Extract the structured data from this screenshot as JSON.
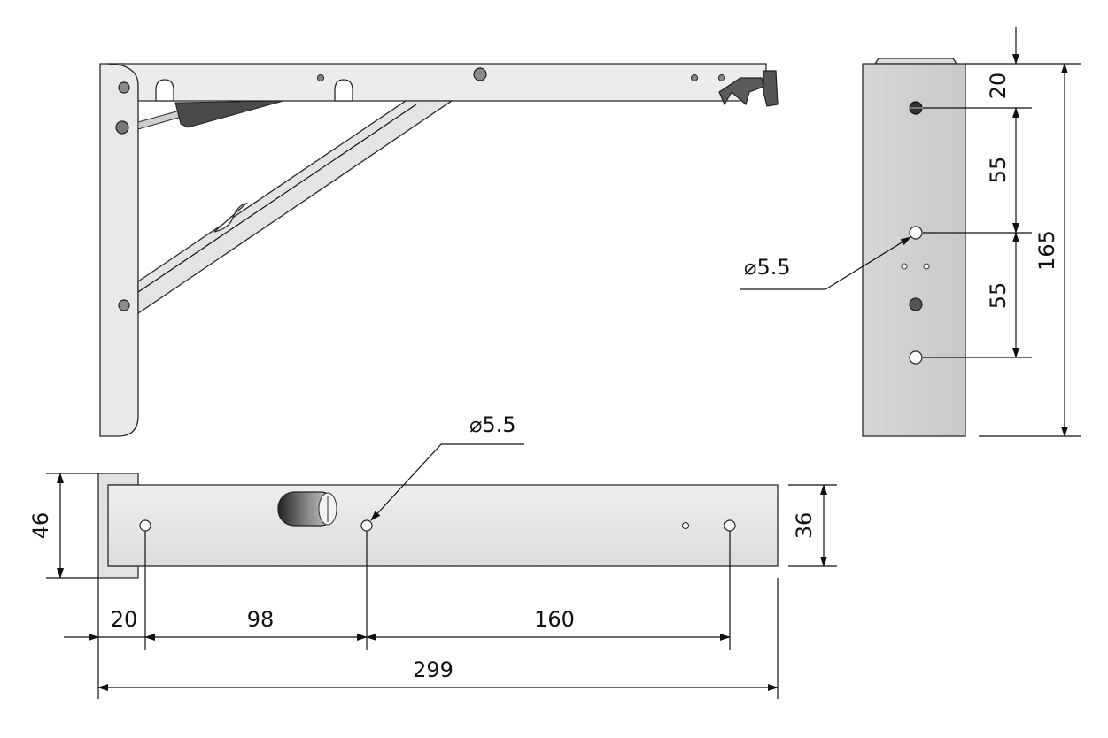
{
  "colors": {
    "part_fill": "#e8e8ea",
    "part_side": "#d2d2d4",
    "stroke": "#2a2a2a",
    "hole_dark": "#6e6e6e",
    "hole_light": "#ffffff",
    "strut": "#4a4a4a",
    "dim_line": "#111111"
  },
  "dimensions": {
    "bottom": {
      "first_hole": "20",
      "hole_spacing_a": "98",
      "hole_spacing_b": "160",
      "overall_length": "299",
      "total_height": "46",
      "bar_height": "36"
    },
    "side": {
      "top_offset": "20",
      "spacing_upper": "55",
      "spacing_lower": "55",
      "overall_height": "165"
    }
  },
  "callouts": {
    "side_hole": "⌀5.5",
    "bottom_hole": "⌀5.5"
  }
}
